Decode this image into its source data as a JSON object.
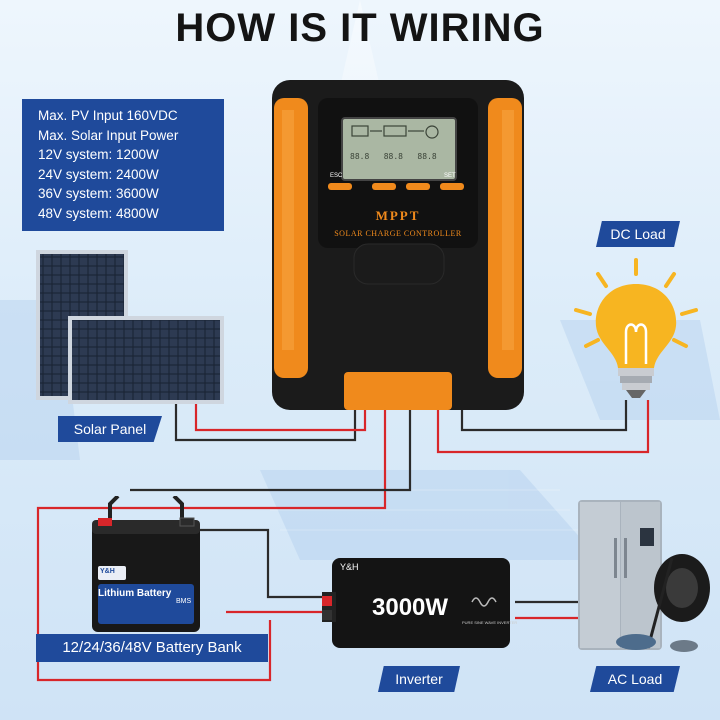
{
  "title": "HOW IS IT WIRING",
  "specs": [
    "Max. PV Input 160VDC",
    "Max.  Solar Input Power",
    "12V system: 1200W",
    "24V system: 2400W",
    "36V system: 3600W",
    "48V system: 4800W"
  ],
  "labels": {
    "solar_panel": "Solar Panel",
    "dc_load": "DC Load",
    "battery_bank": "12/24/36/48V Battery Bank",
    "inverter": "Inverter",
    "ac_load": "AC Load"
  },
  "controller": {
    "brand": "MPPT",
    "subtitle": "SOLAR CHARGE CONTROLLER",
    "buttons": [
      "ESC",
      "",
      "",
      "SET"
    ]
  },
  "battery": {
    "brand": "Y&H",
    "label": "Lithium Battery",
    "badge": "BMS"
  },
  "inverter": {
    "brand": "Y&H",
    "power": "3000W",
    "small_text": "PURE SINE WAVE INVERTER"
  },
  "colors": {
    "label_blue": "#1f4a9b",
    "controller_orange": "#f08a1c",
    "wire_red": "#d8262a",
    "wire_black": "#2b2b2b",
    "bulb_yellow": "#f7b521"
  }
}
